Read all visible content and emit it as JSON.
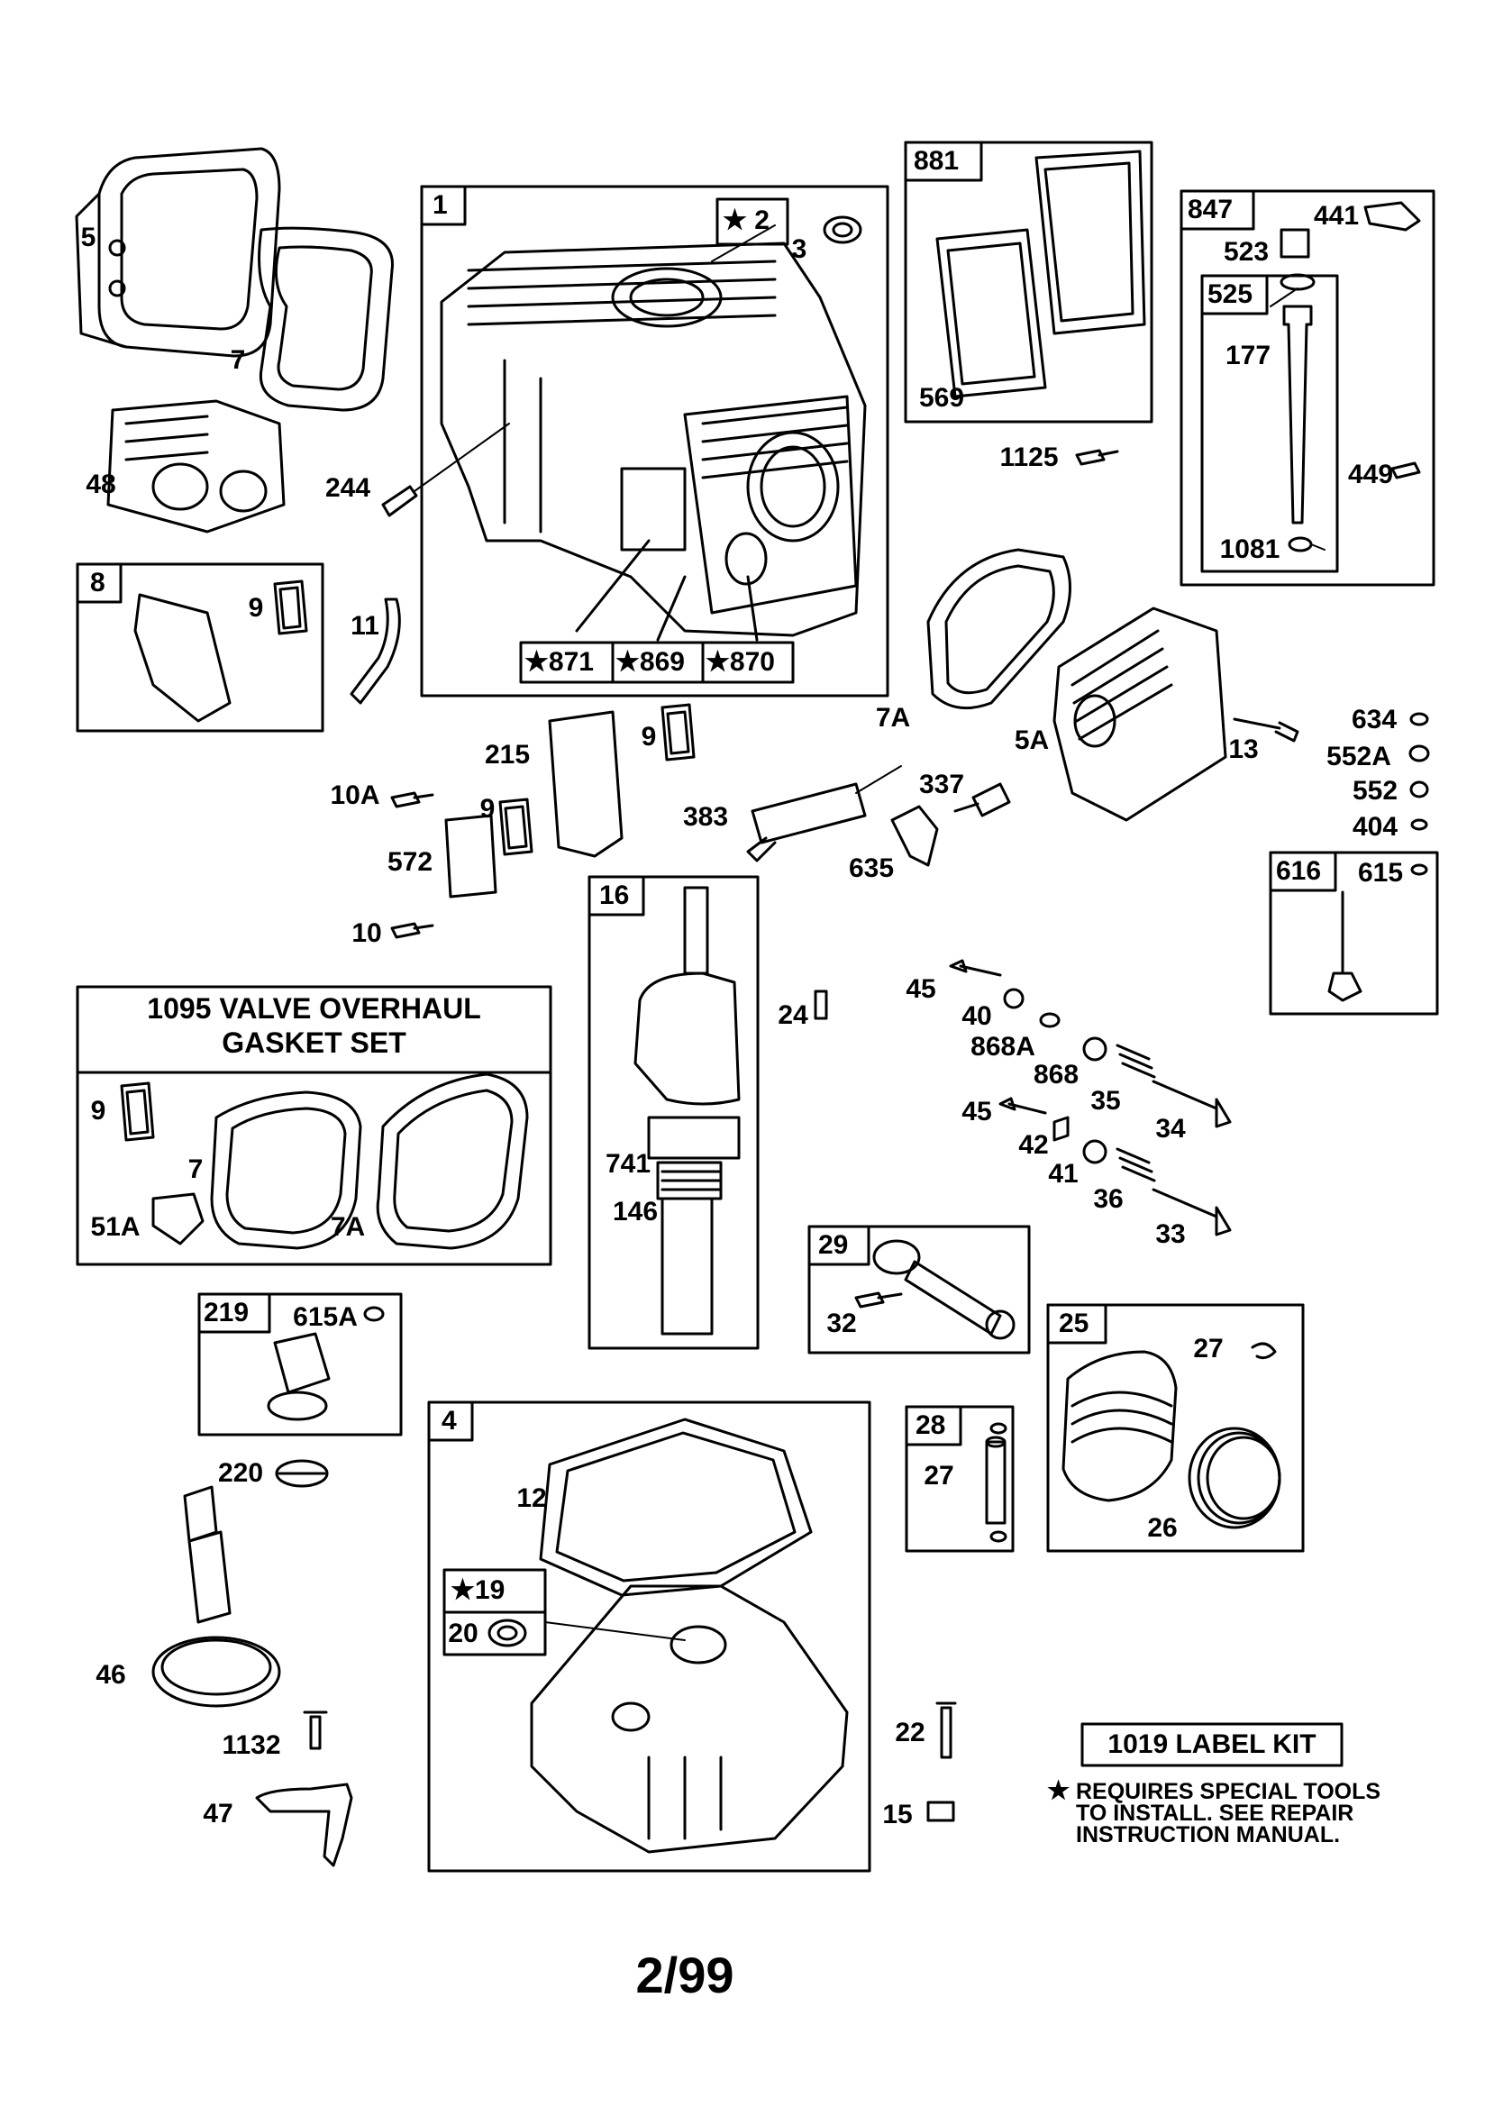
{
  "boxes": {
    "b1": "1",
    "b2": "★ 2",
    "b881": "881",
    "b847": "847",
    "b525": "525",
    "b8": "8",
    "b871": "★871",
    "b869": "★869",
    "b870": "★870",
    "b16": "16",
    "b616": "616",
    "b29": "29",
    "b219": "219",
    "b25": "25",
    "b28": "28",
    "b4": "4",
    "b19": "★19"
  },
  "labels": {
    "l5": "5",
    "l7": "7",
    "l48": "48",
    "l244": "244",
    "l3": "3",
    "l569": "569",
    "l1125": "1125",
    "l441": "441",
    "l523": "523",
    "l177": "177",
    "l449": "449",
    "l1081": "1081",
    "l9a": "9",
    "l11": "11",
    "l7a": "7A",
    "l5a": "5A",
    "l13": "13",
    "l634": "634",
    "l552a": "552A",
    "l552": "552",
    "l404": "404",
    "l215": "215",
    "l9b": "9",
    "l10a": "10A",
    "l9c": "9",
    "l383": "383",
    "l337": "337",
    "l572": "572",
    "l635": "635",
    "l615": "615",
    "l10": "10",
    "l24": "24",
    "l45a": "45",
    "l40": "40",
    "l868a": "868A",
    "l868": "868",
    "l35": "35",
    "l34": "34",
    "l45b": "45",
    "l42": "42",
    "l41": "41",
    "l36": "36",
    "l33": "33",
    "l741": "741",
    "l146": "146",
    "l9d": "9",
    "l7b": "7",
    "l51a": "51A",
    "l7ab": "7A",
    "l32": "32",
    "l615a": "615A",
    "l27a": "27",
    "l26": "26",
    "l220": "220",
    "l12": "12",
    "l27b": "27",
    "l20": "20",
    "l46": "46",
    "l22": "22",
    "l1132": "1132",
    "l15": "15",
    "l47": "47"
  },
  "gasket_set": {
    "line1": "1095 VALVE OVERHAUL",
    "line2": "GASKET SET"
  },
  "label_kit": "1019 LABEL KIT",
  "note": {
    "star": "★",
    "line1": "REQUIRES SPECIAL TOOLS",
    "line2": "TO INSTALL.  SEE REPAIR",
    "line3": "INSTRUCTION MANUAL."
  },
  "page_number": "2/99"
}
